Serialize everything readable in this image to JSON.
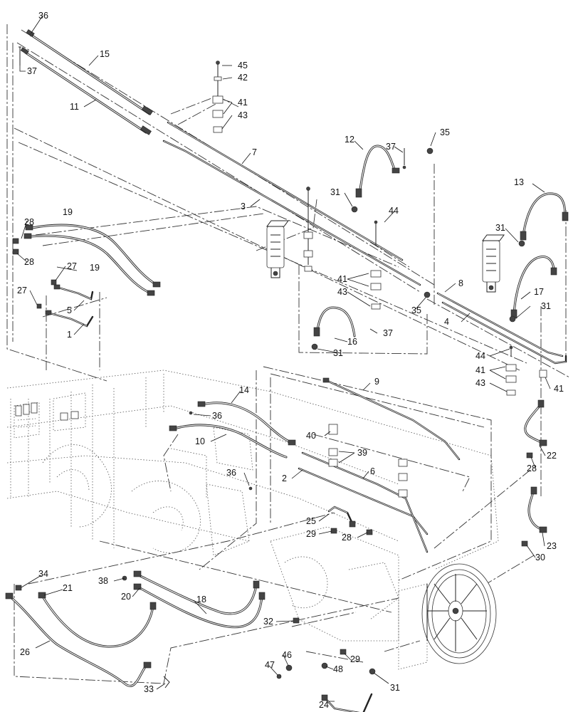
{
  "callouts": {
    "c1": "1",
    "c2": "2",
    "c3": "3",
    "c4": "4",
    "c5": "5",
    "c6": "6",
    "c7": "7",
    "c8": "8",
    "c9": "9",
    "c10": "10",
    "c11": "11",
    "c12": "12",
    "c13": "13",
    "c14": "14",
    "c15": "15",
    "c16": "16",
    "c17": "17",
    "c18": "18",
    "c19": "19",
    "c20": "20",
    "c21": "21",
    "c22": "22",
    "c23": "23",
    "c24": "24",
    "c25": "25",
    "c26": "26",
    "c27": "27",
    "c28": "28",
    "c29": "29",
    "c30": "30",
    "c31": "31",
    "c32": "32",
    "c33": "33",
    "c34": "34",
    "c35": "35",
    "c36": "36",
    "c37": "37",
    "c38": "38",
    "c39": "39",
    "c40": "40",
    "c41": "41",
    "c42": "42",
    "c43": "43",
    "c44": "44",
    "c45": "45",
    "c46": "46",
    "c47": "47",
    "c48": "48"
  }
}
